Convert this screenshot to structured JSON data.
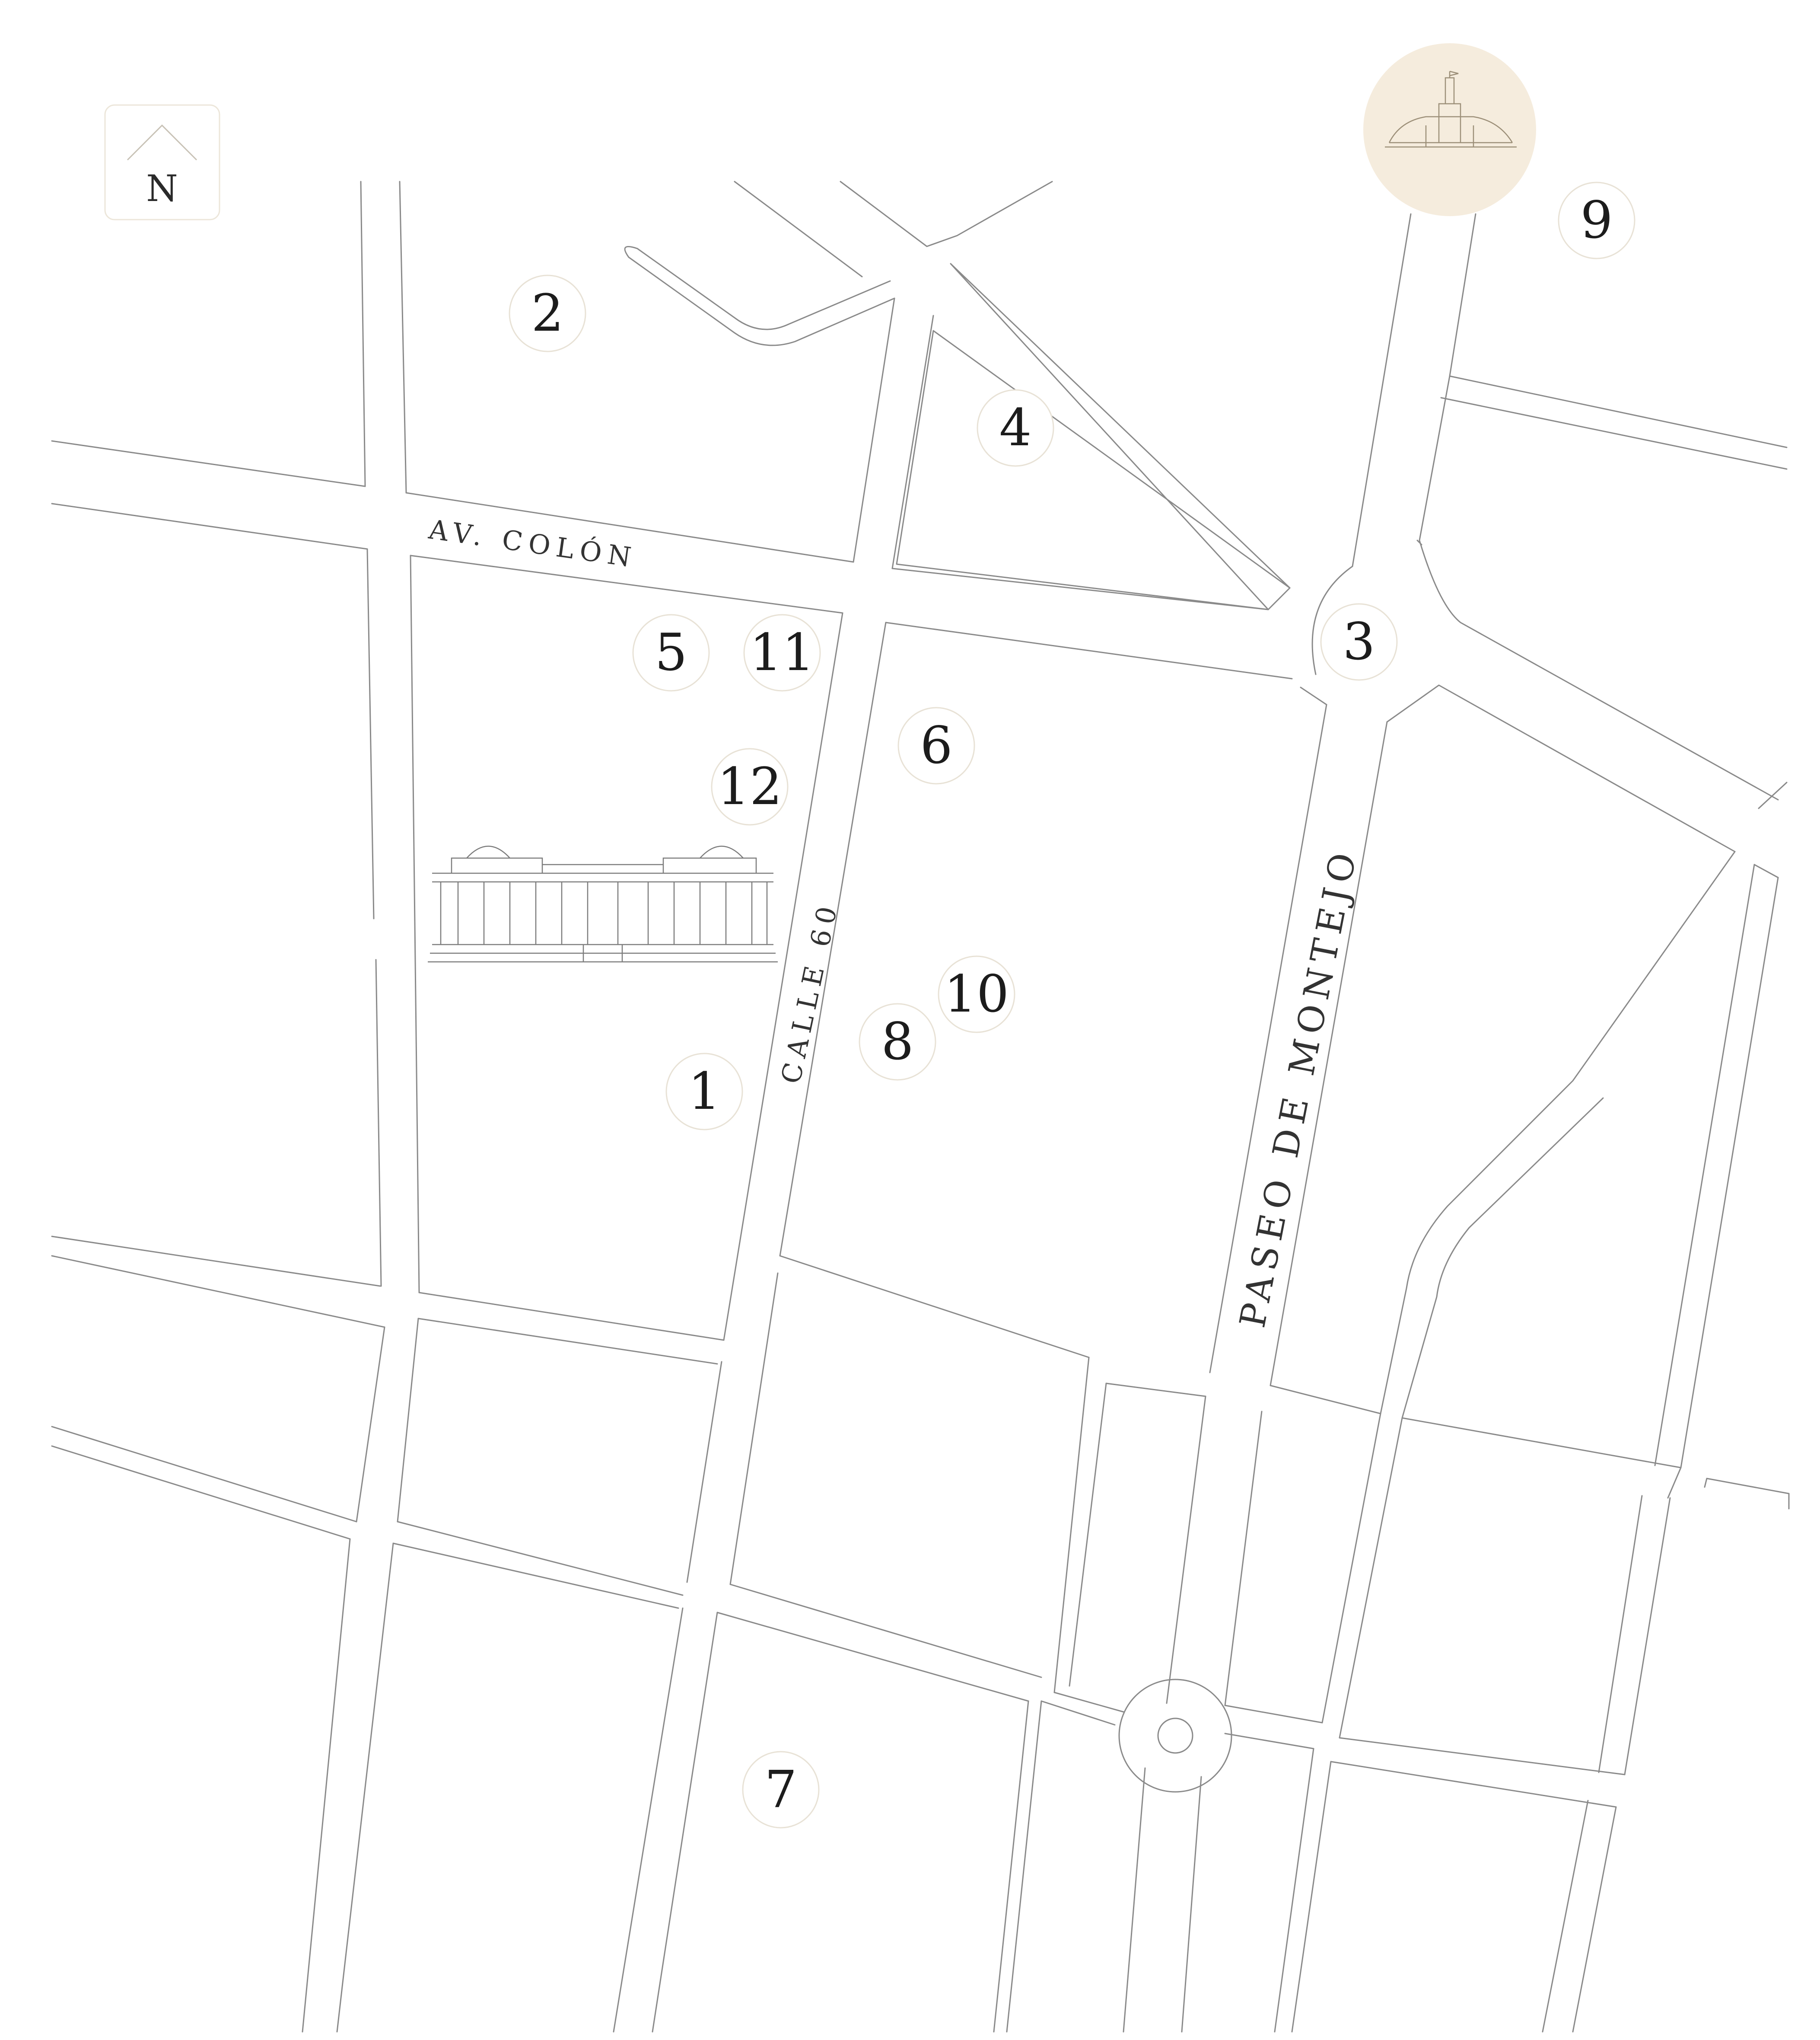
{
  "map": {
    "compass": {
      "label": "N"
    },
    "streets": {
      "av_colon": "AV. COLÓN",
      "calle_60": "CALLE 60",
      "paseo_de_montejo": "PASEO DE MONTEJO"
    },
    "markers": [
      "1",
      "2",
      "3",
      "4",
      "5",
      "6",
      "7",
      "8",
      "9",
      "10",
      "11",
      "12"
    ],
    "colors": {
      "road_line": "#8a8a8a",
      "marker_border": "#e8e2d6",
      "monument_fill": "#f5ecdd",
      "background": "#ffffff"
    },
    "icons": {
      "monument": "monumento-a-la-patria-icon",
      "building": "palacio-building-icon",
      "north": "north-arrow-icon"
    }
  }
}
